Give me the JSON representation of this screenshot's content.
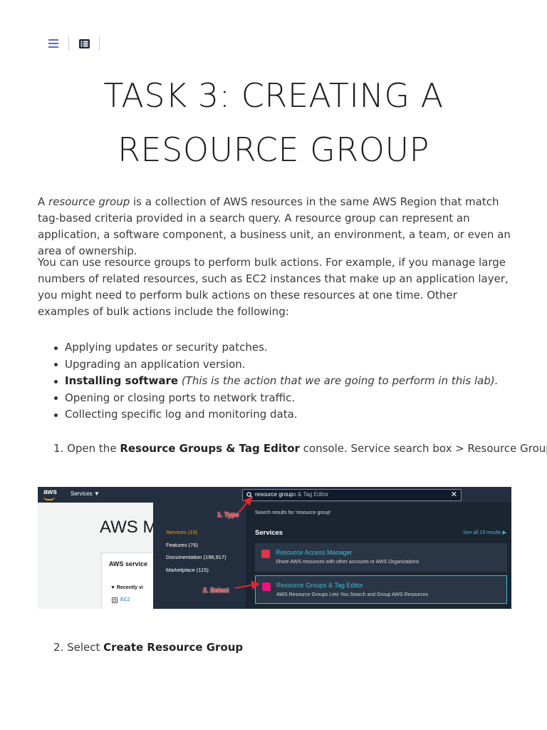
{
  "toolbar": {
    "menu_icon": "hamburger-icon",
    "toc_icon": "list-icon"
  },
  "title": {
    "line1": "TASK 3: CREATING A",
    "line2": "RESOURCE GROUP"
  },
  "intro": {
    "p1_a": "A ",
    "p1_em": "resource group",
    "p1_b": " is a collection of AWS resources in the same AWS Region that match tag-based criteria provided in a search query. A resource group can represent an application, a software component, a business unit, an environment, a team, or even an area of ownership.",
    "p2": "You can use resource groups to perform bulk actions. For example, if you manage large numbers of related resources, such as EC2 instances that make up an application layer, you might need to perform bulk actions on these resources at one time. Other examples of bulk actions include the following:"
  },
  "bullets": {
    "b1": "Applying updates or security patches.",
    "b2": "Upgrading an application version.",
    "b3_strong": "Installing software",
    "b3_em": "(This is the action that we are going to perform in this lab).",
    "b4": "Opening or closing ports to network traffic.",
    "b5": "Collecting specific log and monitoring data."
  },
  "step1": {
    "num": "1. ",
    "pre": "Open the ",
    "strong": "Resource Groups & Tag Editor",
    "post": " console. Service search box > Resource Group."
  },
  "step2": {
    "num": "2. ",
    "pre": "Select ",
    "strong": "Create Resource Group"
  },
  "screenshot": {
    "logo": "aws",
    "services_menu": "Services ▼",
    "search_typed": "resource group",
    "search_rest": "s & Tag Editor",
    "close": "✕",
    "bg_heading": "AWS M",
    "bg_card_title": "AWS service",
    "bg_recently": "▼ Recently vi",
    "bg_ec2": "EC2",
    "categories": {
      "services": "Services (19)",
      "features": "Features (76)",
      "documentation": "Documentation (196,917)",
      "marketplace": "Marketplace (115)"
    },
    "results_for": "Search results for 'resource group'",
    "services_heading": "Services",
    "see_all": "See all 19 results ▶",
    "results": {
      "r1_title": "Resource Access Manager",
      "r1_desc": "Share AWS resources with other accounts or AWS Organizations",
      "r2_title": "Resource Groups & Tag Editor",
      "r2_desc": "AWS Resource Groups Lets You Search and Group AWS Resources"
    },
    "annotations": {
      "a1": "1. Type",
      "a2": "2. Select"
    },
    "colors": {
      "nav": "#232f3e",
      "accent": "#ff9900",
      "link": "#44b9d6",
      "annotation": "#e8242c"
    }
  }
}
